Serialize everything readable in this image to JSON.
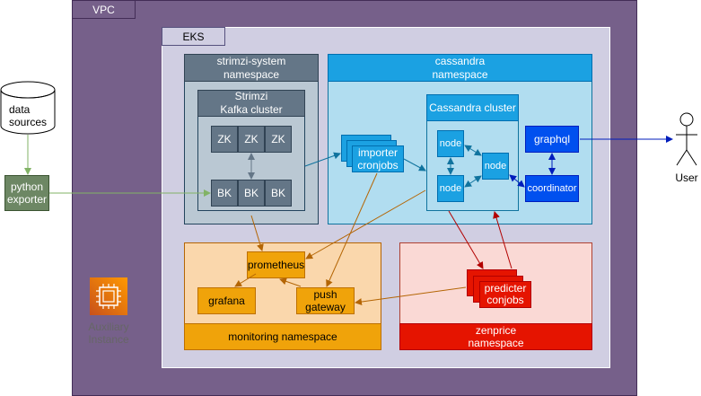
{
  "vpc": {
    "label": "VPC"
  },
  "eks": {
    "label": "EKS"
  },
  "strimzi_ns": {
    "label_line1": "strimzi-system",
    "label_line2": "namespace"
  },
  "kafka_cluster": {
    "label_line1": "Strimzi",
    "label_line2": "Kafka cluster",
    "zk": [
      "ZK",
      "ZK",
      "ZK"
    ],
    "bk": [
      "BK",
      "BK",
      "BK"
    ]
  },
  "cassandra_ns": {
    "label_line1": "cassandra",
    "label_line2": "namespace",
    "cluster_label": "Cassandra cluster",
    "nodes": [
      "node",
      "node",
      "node"
    ],
    "importer_line1": "importer",
    "importer_line2": "cronjobs",
    "graphql": "graphql",
    "coordinator": "coordinator"
  },
  "monitoring_ns": {
    "label": "monitoring namespace",
    "prometheus": "prometheus",
    "grafana": "grafana",
    "push_line1": "push",
    "push_line2": "gateway"
  },
  "zenprice_ns": {
    "label_line1": "zenprice",
    "label_line2": "namespace",
    "predicter_line1": "predicter",
    "predicter_line2": "conjobs"
  },
  "external": {
    "datasources_line1": "data",
    "datasources_line2": "sources",
    "exporter_line1": "python",
    "exporter_line2": "exporter",
    "user": "User",
    "aux_line1": "Auxiliary",
    "aux_line2": "Instance"
  },
  "colors": {
    "vpc": "#76608a",
    "eks": "#d0cee2",
    "kafka": "#647687",
    "cassandra": "#1ba1e2",
    "graphql": "#0050ef",
    "monitoring": "#f0a30a",
    "zenprice": "#e51400",
    "exporter": "#6d8764",
    "aux_icon": "#ed7100"
  }
}
